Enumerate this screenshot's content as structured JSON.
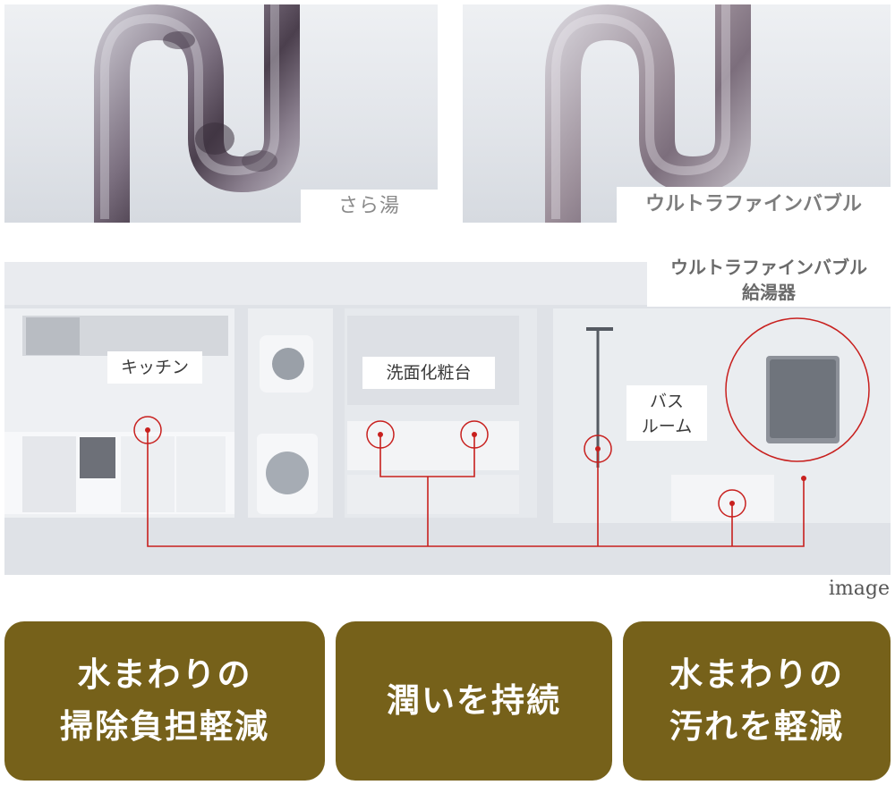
{
  "comparison": {
    "left_caption": "さら湯",
    "right_caption": "ウルトラファインバブル"
  },
  "diagram": {
    "heater_label_line1": "ウルトラファインバブル",
    "heater_label_line2": "給湯器",
    "kitchen_label": "キッチン",
    "washroom_label": "洗面化粧台",
    "bath_label_line1": "バス",
    "bath_label_line2": "ルーム",
    "note": "image",
    "pipe_color": "#c8201e"
  },
  "benefits": [
    {
      "line1": "水まわりの",
      "line2": "掃除負担軽減"
    },
    {
      "line1": "潤いを持続",
      "line2": ""
    },
    {
      "line1": "水まわりの",
      "line2": "汚れを軽減"
    }
  ],
  "colors": {
    "benefit_bg": "#76611a",
    "benefit_text": "#ffffff"
  }
}
